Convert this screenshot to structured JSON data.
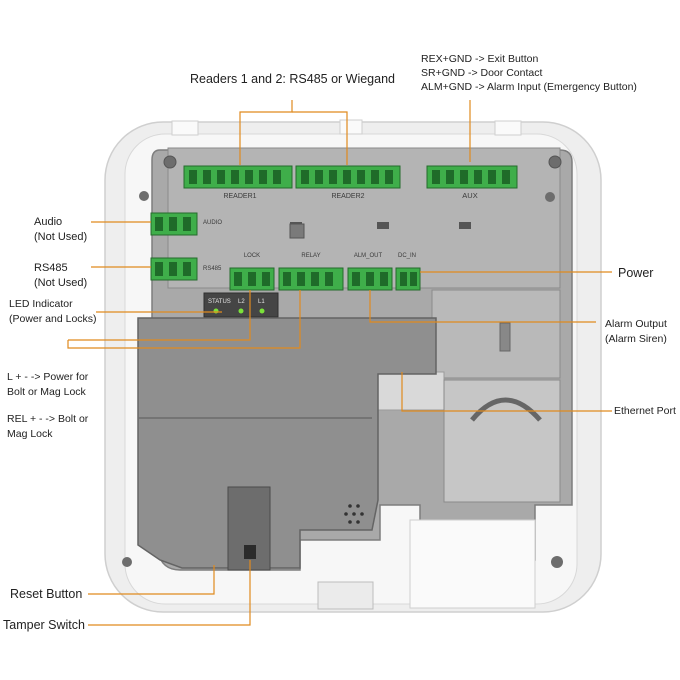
{
  "title": "Readers 1 and 2: RS485 or Wiegand",
  "aux_notes": [
    "REX+GND -> Exit Button",
    "SR+GND -> Door Contact",
    "ALM+GND -> Alarm Input (Emergency Button)"
  ],
  "callouts": {
    "audio": [
      "Audio",
      "(Not Used)"
    ],
    "rs485": [
      "RS485",
      "(Not Used)"
    ],
    "led_indicator": [
      "LED Indicator",
      "(Power and Locks)"
    ],
    "lock_power": [
      "L + -  -> Power for",
      "Bolt or Mag Lock"
    ],
    "rel_power": [
      "REL + -  -> Bolt or",
      "Mag Lock"
    ],
    "reset_button": "Reset Button",
    "tamper_switch": "Tamper Switch",
    "power": "Power",
    "alarm_output": [
      "Alarm Output",
      "(Alarm Siren)"
    ],
    "ethernet_port": "Ethernet Port"
  },
  "board_labels": {
    "reader1": "READER1",
    "reader2": "READER2",
    "aux": "AUX",
    "audio": "AUDIO",
    "rs485": "RS485",
    "lock": "LOCK",
    "relay": "RELAY",
    "alm_out": "ALM_OUT",
    "dc_in": "DC_IN",
    "status": "STATUS",
    "l2": "L2",
    "l1": "L1"
  },
  "colors": {
    "callout_line": "#e08a1e",
    "terminal_green": "#3fae4a",
    "enclosure": "#f1f1f1",
    "board": "#a8a8a8",
    "cover": "#8d8d8d",
    "led": "#7be23a"
  }
}
